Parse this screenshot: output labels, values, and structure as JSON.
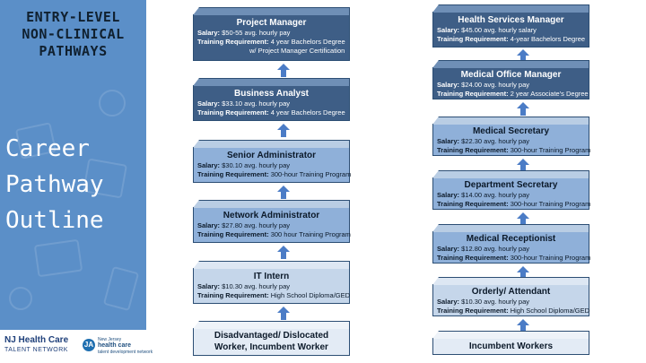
{
  "sidebar": {
    "title_lines": [
      "ENTRY-LEVEL",
      "NON-CLINICAL",
      "PATHWAYS"
    ],
    "heading_lines": [
      "Career",
      "Pathway",
      "Outline"
    ]
  },
  "logos": {
    "logo1": {
      "line1": "NJ Health Care",
      "line2": "TALENT NETWORK"
    },
    "logo2": {
      "mark": "JA",
      "line1": "New Jersey",
      "line2": "health care",
      "line3": "talent development network"
    }
  },
  "left_column": [
    {
      "title": "Project Manager",
      "salary": "$50-55 avg. hourly pay",
      "training": "4 year Bachelors Degree",
      "training_extra": "w/ Project Manager Certification"
    },
    {
      "title": "Business Analyst",
      "salary": "$33.10 avg. hourly pay",
      "training": "4 year Bachelors Degree"
    },
    {
      "title": "Senior Administrator",
      "salary": "$30.10 avg. hourly pay",
      "training": "300-hour Training Program"
    },
    {
      "title": "Network Administrator",
      "salary": "$27.80 avg. hourly pay",
      "training": "300 hour Training Program"
    },
    {
      "title": "IT Intern",
      "salary": "$10.30 avg. hourly pay",
      "training": "High School Diploma/GED"
    },
    {
      "title_lines": [
        "Disadvantaged/ Dislocated",
        "Worker, Incumbent Worker"
      ]
    }
  ],
  "right_column": [
    {
      "title": "Health Services Manager",
      "salary": "$45.00 avg. hourly salary",
      "training": "4-year Bachelors Degree"
    },
    {
      "title": "Medical Office Manager",
      "salary": "$24.00 avg. hourly pay",
      "training": "2 year Associate's Degree"
    },
    {
      "title": "Medical Secretary",
      "salary": "$22.30 avg. hourly pay",
      "training": "300-hour Training Program"
    },
    {
      "title": "Department Secretary",
      "salary": "$14.00 avg. hourly pay",
      "training": "300-hour Training Program"
    },
    {
      "title": "Medical Receptionist",
      "salary": "$12.80 avg. hourly pay",
      "training": "300-hour Training Program"
    },
    {
      "title": "Orderly/ Attendant",
      "salary": "$10.30 avg. hourly pay",
      "training": "High School Diploma/GED"
    },
    {
      "title": "Incumbent Workers"
    }
  ],
  "labels": {
    "salary": "Salary:",
    "training": "Training Requirement:"
  }
}
